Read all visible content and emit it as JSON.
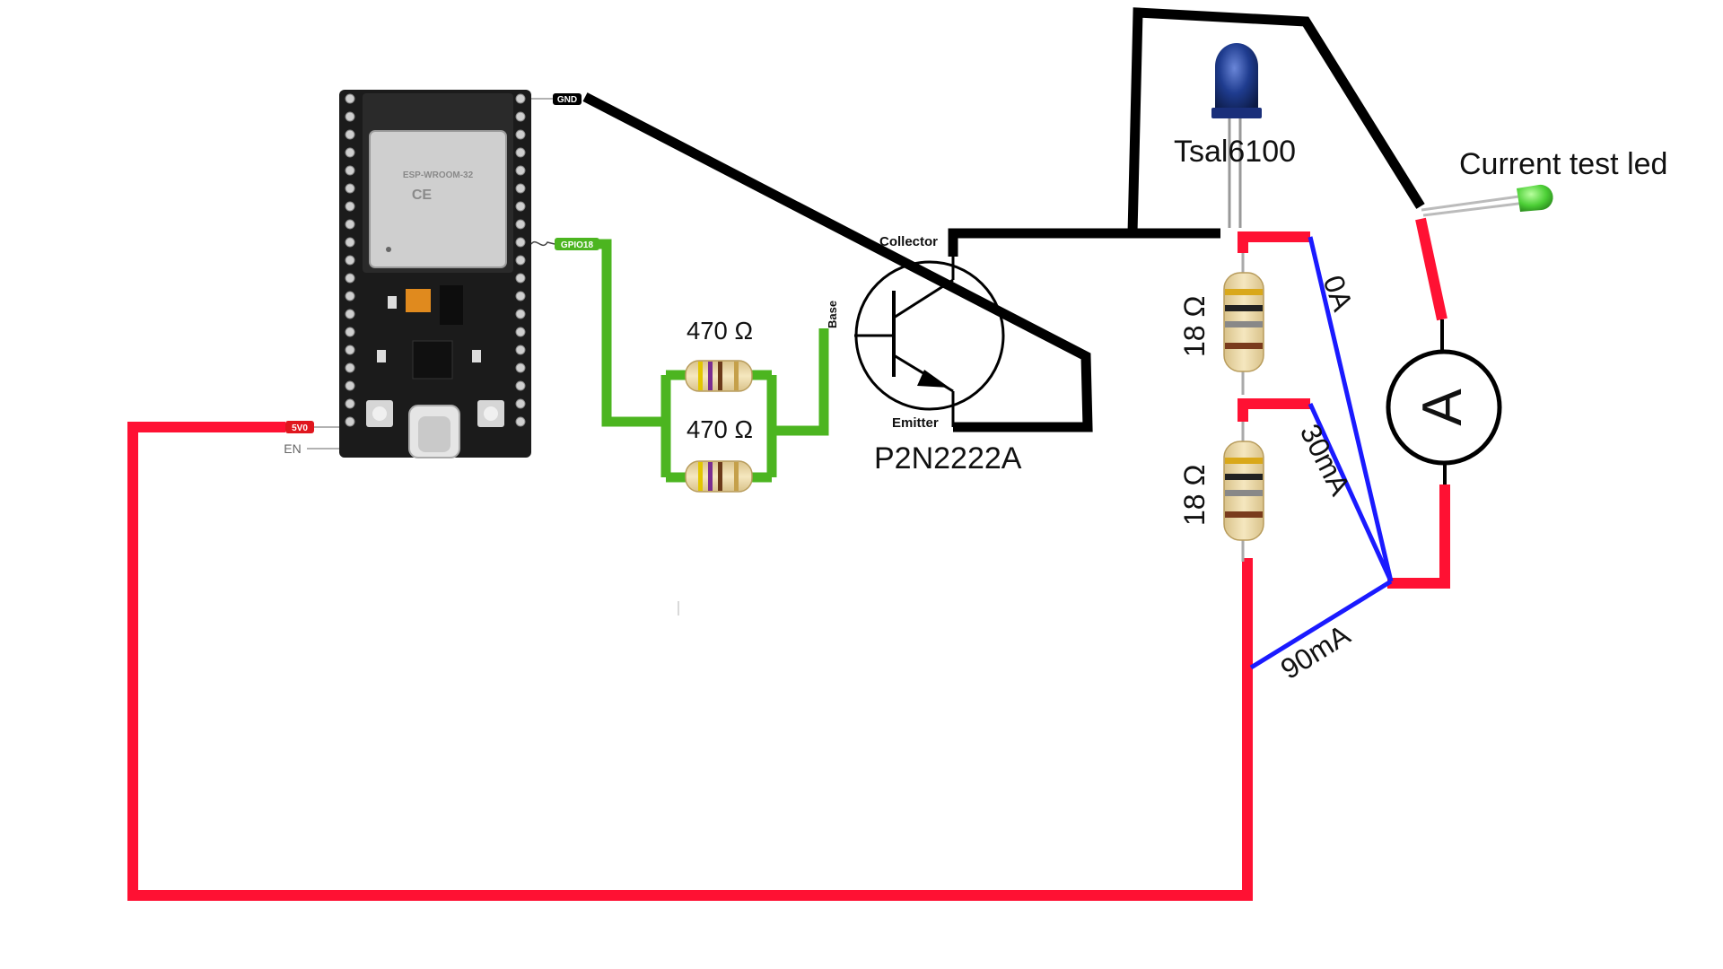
{
  "board": {
    "pin_gnd": "GND",
    "pin_gpio": "GPIO18",
    "pin_5v": "5V0",
    "pin_en": "EN",
    "module_text": "ESP-WROOM-32",
    "ce_mark": "CE"
  },
  "base_resistors": {
    "r1_label": "470 Ω",
    "r2_label": "470 Ω"
  },
  "transistor": {
    "part": "P2N2222A",
    "collector": "Collector",
    "base": "Base",
    "emitter": "Emitter"
  },
  "ir_led": {
    "label": "Tsal6100"
  },
  "test_led": {
    "label": "Current test led"
  },
  "load_resistors": {
    "r1_label": "18 Ω",
    "r2_label": "18 Ω"
  },
  "meter": {
    "symbol": "A"
  },
  "taps": {
    "tap1": "0A",
    "tap2": "30mA",
    "tap3": "90mA"
  },
  "colors": {
    "wire_power": "#ff1133",
    "wire_ground": "#000000",
    "wire_signal": "#4cb520",
    "wire_probe": "#1a1aff",
    "board": "#1b1b1b",
    "ir_led": "#1a2f7a",
    "test_led": "#4ccf36"
  }
}
